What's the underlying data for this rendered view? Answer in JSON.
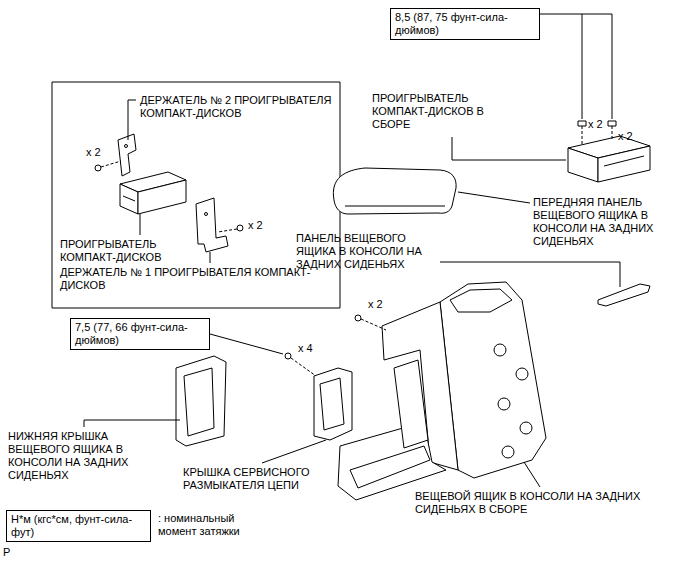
{
  "diagram": {
    "nodes": [
      {
        "text": [
          "8,5 (87, 75 фунт-сила-дюймов)"
        ]
      },
      {
        "text": [
          "7,5 (77, 66 фунт-сила-дюймов)"
        ]
      },
      {
        "text": [
          "Н*м (кгс*см, фунт-сила-фут)"
        ]
      }
    ],
    "labels": [
      "ДЕРЖАТЕЛЬ № 2 ПРОИГРЫВАТЕЛЯ КОМПАКТ-ДИСКОВ",
      "x 2",
      "ПРОИГРЫВАТЕЛЬ КОМПАКТ-ДИСКОВ",
      "ДЕРЖАТЕЛЬ № 1 ПРОИГРЫВАТЕЛЯ КОМПАКТ-ДИСКОВ",
      "x 2",
      "ПРОИГРЫВАТЕЛЬ КОМПАКТ-ДИСКОВ В СБОРЕ",
      "x 2",
      "x 2",
      "ПЕРЕДНЯЯ ПАНЕЛЬ ВЕЩЕВОГО ЯЩИКА В КОНСОЛИ НА ЗАДНИХ СИДЕНЬЯХ",
      "ПАНЕЛЬ ВЕЩЕВОГО ЯЩИКА В КОНСОЛИ НА ЗАДНИХ СИДЕНЬЯХ",
      "x 2",
      "x 4",
      "НИЖНЯЯ КРЫШКА ВЕЩЕВОГО ЯЩИКА В КОНСОЛИ НА ЗАДНИХ СИДЕНЬЯХ",
      "КРЫШКА СЕРВИСНОГО РАЗМЫКАТЕЛЯ ЦЕПИ",
      "ВЕЩЕВОЙ ЯЩИК В КОНСОЛИ НА ЗАДНИХ СИДЕНЬЯХ В СБОРЕ",
      ": номинальный момент затяжки",
      "P"
    ]
  }
}
